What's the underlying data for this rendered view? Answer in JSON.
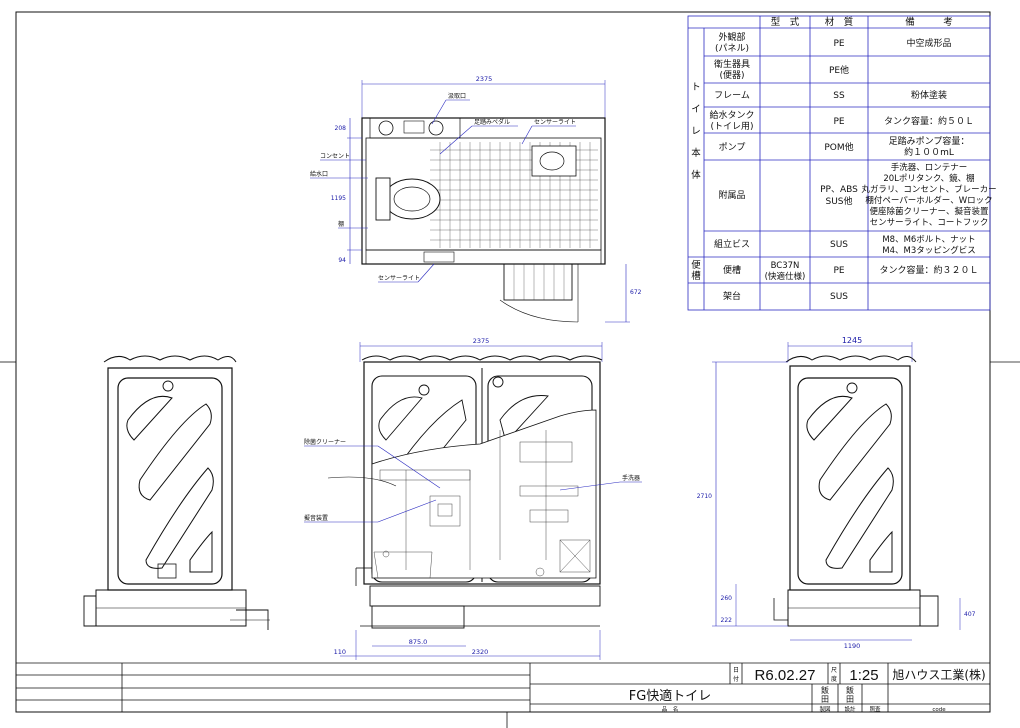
{
  "spec_table": {
    "headers": {
      "model": "型　式",
      "material": "材　質",
      "remarks": "備　　　考"
    },
    "group_toilet_body": "トイレ本体",
    "group_toilet_body_chars": [
      "ト",
      "イ",
      "レ",
      "本",
      "体"
    ],
    "group_tank_label": "便槽",
    "group_tank_chars": [
      "便",
      "槽"
    ],
    "rows": [
      {
        "part": [
          "外観部",
          "(パネル)"
        ],
        "model": "",
        "material": [
          "PE"
        ],
        "remarks": [
          "中空成形品"
        ]
      },
      {
        "part": [
          "衛生器具",
          "(便器)"
        ],
        "model": "",
        "material": [
          "PE他"
        ],
        "remarks": [
          ""
        ]
      },
      {
        "part": [
          "フレーム"
        ],
        "model": "",
        "material": [
          "SS"
        ],
        "remarks": [
          "粉体塗装"
        ]
      },
      {
        "part": [
          "給水タンク",
          "(トイレ用)"
        ],
        "model": "",
        "material": [
          "PE"
        ],
        "remarks": [
          "タンク容量：約５０Ｌ"
        ]
      },
      {
        "part": [
          "ポンプ"
        ],
        "model": "",
        "material": [
          "POM他"
        ],
        "remarks": [
          "足踏みポンプ容量：",
          "約１００mL"
        ]
      },
      {
        "part": [
          "附属品"
        ],
        "model": "",
        "material": [
          "PP、ABS",
          "SUS他"
        ],
        "remarks": [
          "手洗器、ロンテナー",
          "20Lポリタンク、鏡、棚",
          "丸ガラリ、コンセント、ブレーカー",
          "棚付ペーパーホルダー、Wロック",
          "便座除菌クリーナー、擬音装置",
          "センサーライト、コートフック"
        ]
      },
      {
        "part": [
          "組立ビス"
        ],
        "model": "",
        "material": [
          "SUS"
        ],
        "remarks": [
          "M8、M6ボルト、ナット",
          "M4、M3タッピングビス"
        ]
      },
      {
        "part": [
          "便槽"
        ],
        "model": "BC37N\n(快適仕様)",
        "material": [
          "PE"
        ],
        "remarks": [
          "タンク容量：約３２０Ｌ"
        ]
      },
      {
        "part": [
          "架台"
        ],
        "model": "",
        "material": [
          "SUS"
        ],
        "remarks": [
          ""
        ]
      }
    ]
  },
  "labels": {
    "plan_width": "2375",
    "inlet": "汲取口",
    "foot_pedal": "足踏みペダル",
    "sensor_light_top": "センサーライト",
    "outlet": "コンセント",
    "water_inlet": "給水口",
    "shelf": "棚",
    "sensor_light_bottom": "センサーライト",
    "dim_208": "208",
    "dim_1195": "1195",
    "dim_94": "94",
    "dim_672": "672",
    "front_width": "2375",
    "seat_cleaner": "除菌クリーナー",
    "sound_device": "擬音装置",
    "hand_wash": "手洗器",
    "dim_2710": "2710",
    "dim_875": "875.0",
    "dim_2320": "2320",
    "dim_110": "110",
    "side_width": "1245",
    "dim_260": "260",
    "dim_222": "222",
    "dim_407": "407",
    "dim_1190": "1190"
  },
  "title_block": {
    "date_label_chars": [
      "日",
      "付"
    ],
    "date": "R6.02.27",
    "scale_label_chars": [
      "尺",
      "度"
    ],
    "scale": "1:25",
    "company": "旭ハウス工業(株)",
    "product": "FG快適トイレ",
    "product_caption": "品　名",
    "sig_chars_1": [
      "飯",
      "田"
    ],
    "sig_chars_2": [
      "飯",
      "田"
    ],
    "role_drawing": "製図",
    "role_design": "設計",
    "role_check": "照査",
    "code_label": "code"
  }
}
